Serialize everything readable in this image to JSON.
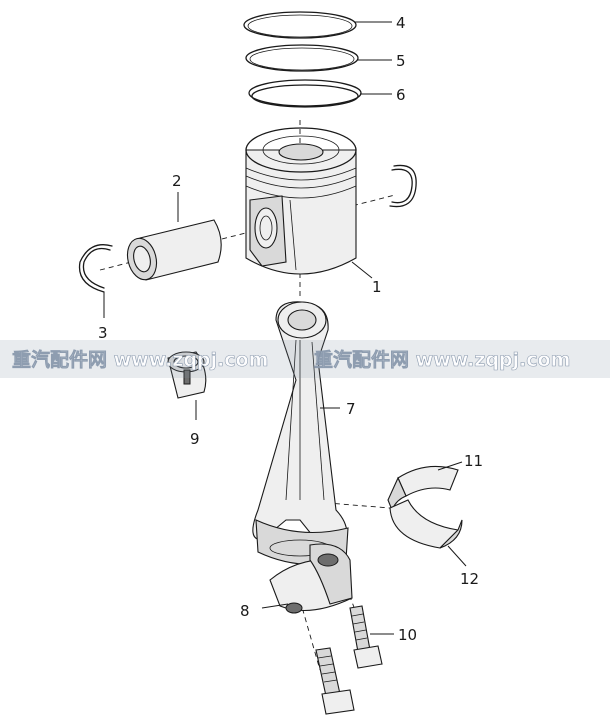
{
  "diagram": {
    "callouts": {
      "piston": "1",
      "piston_pin": "2",
      "retaining_ring_left": "3",
      "ring_top": "4",
      "ring_middle": "5",
      "ring_bottom": "6",
      "connecting_rod": "7",
      "rod_cap": "8",
      "small_end_bushing": "9",
      "rod_bolt": "10",
      "bearing_shell_upper": "11",
      "bearing_shell_lower": "12"
    }
  },
  "watermark": {
    "left": "重汽配件网  www.zqpj.com",
    "right": "重汽配件网  www.zqpj.com"
  }
}
